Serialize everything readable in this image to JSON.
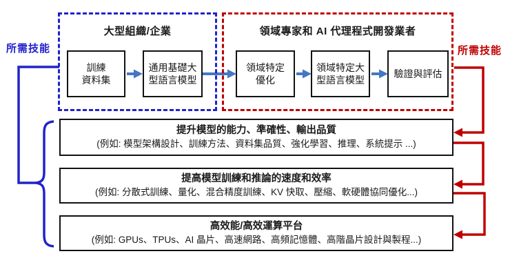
{
  "labels": {
    "left_skill": "所需技能",
    "right_skill": "所需技能"
  },
  "groups": [
    {
      "title": "大型組織/企業",
      "nodes": [
        "訓練\n資料集",
        "通用基礎大\n型語言模型"
      ]
    },
    {
      "title": "領域專家和 AI 代理程式開發業者",
      "nodes": [
        "領域特定\n優化",
        "領域特定大\n型語言模型",
        "驗證與評估"
      ]
    }
  ],
  "skill_boxes": [
    {
      "title": "提升模型的能力、準確性、輸出品質",
      "examples": "(例如: 模型架構設計、訓練方法、資料集品質、強化學習、推理、系統提示 ...)"
    },
    {
      "title": "提高模型訓練和推論的速度和效率",
      "examples": "(例如: 分散式訓練、量化、混合精度訓練、KV 快取、壓縮、軟硬體協同優化...)"
    },
    {
      "title": "高效能/高效運算平台",
      "examples": "(例如: GPUs、TPUs、AI 晶片、高速網路、高頻記憶體、高階晶片設計與製程...)"
    }
  ],
  "colors": {
    "enterprise_blue": "#2222cc",
    "domain_red": "#c00000",
    "flow_arrow_blue": "#4477c4",
    "node_border": "#111111"
  }
}
